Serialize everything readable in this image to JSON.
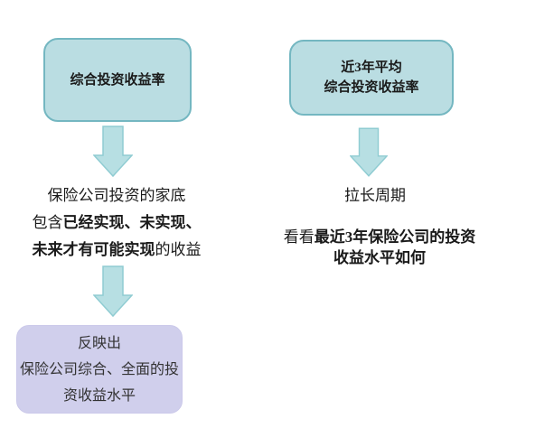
{
  "colors": {
    "bg": "#ffffff",
    "text": "#1a1a1a",
    "box_fill": "#badde2",
    "box_border": "#74b7c1",
    "arrow_fill": "#b7dfe3",
    "arrow_border": "#8fccd2",
    "result_fill": "#d0cfec",
    "result_border": "#cbc9ea"
  },
  "left_flow": {
    "box_label": "综合投资收益率",
    "step_line1": "保险公司投资的家底",
    "step_line2_regular": "包含",
    "step_line2_bold": "已经实现、未实现、",
    "step_line3_bold": "未来才有可能实现",
    "step_line3_regular": "的收益",
    "result_line1": "反映出",
    "result_line2": "保险公司综合、全面的投",
    "result_line3": "资收益水平"
  },
  "right_flow": {
    "box_line1": "近3年平均",
    "box_line2": "综合投资收益率",
    "step1": "拉长周期",
    "step2_prefix_regular": "看看",
    "step2_line1_bold": "最近3年保险公司的投资",
    "step2_line2_bold": "收益水平如何"
  }
}
